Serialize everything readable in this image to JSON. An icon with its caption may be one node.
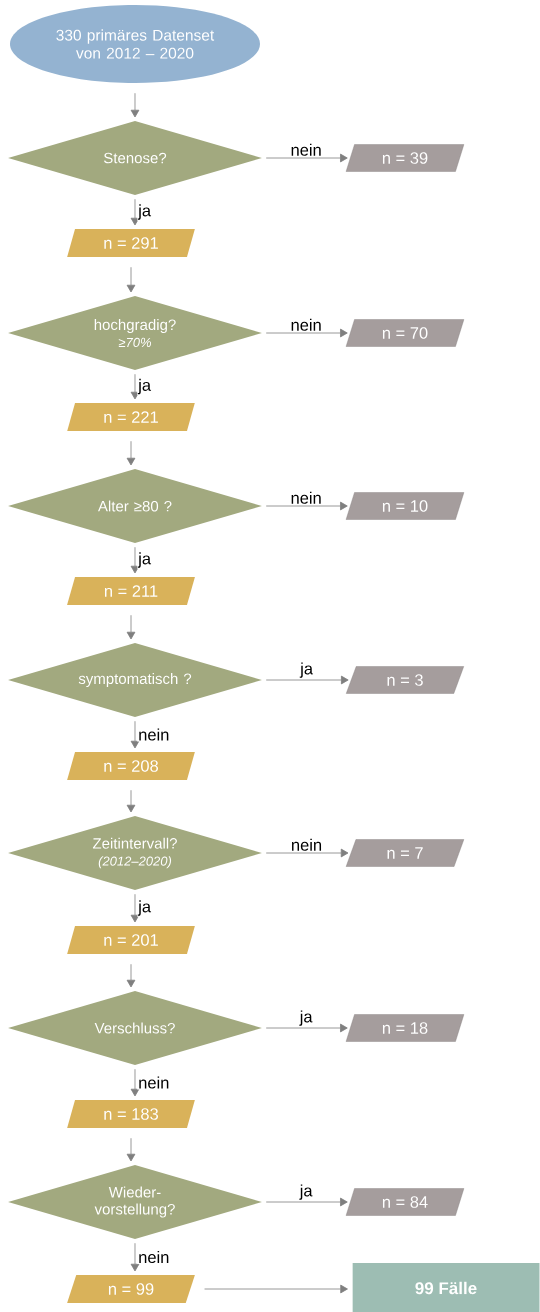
{
  "diagram": {
    "nodes": [
      {
        "text": [
          "330 primäres Datenset von 2012 – 2020"
        ]
      },
      {
        "text": [
          "Stenose?"
        ]
      },
      {
        "text": [
          "n = 39"
        ]
      },
      {
        "text": [
          "n = 291"
        ]
      },
      {
        "text": [
          "hochgradig?",
          "≥70%"
        ]
      },
      {
        "text": [
          "n = 70"
        ]
      },
      {
        "text": [
          "n = 221"
        ]
      },
      {
        "text": [
          "Alter ≥80 ?"
        ]
      },
      {
        "text": [
          "n = 10"
        ]
      },
      {
        "text": [
          "n = 211"
        ]
      },
      {
        "text": [
          "symptomatisch ?"
        ]
      },
      {
        "text": [
          "n = 3"
        ]
      },
      {
        "text": [
          "n = 208"
        ]
      },
      {
        "text": [
          "Zeitintervall?",
          "(2012–2020)"
        ]
      },
      {
        "text": [
          "n = 7"
        ]
      },
      {
        "text": [
          "n = 201"
        ]
      },
      {
        "text": [
          "Verschluss?"
        ]
      },
      {
        "text": [
          "n = 18"
        ]
      },
      {
        "text": [
          "n = 183"
        ]
      },
      {
        "text": [
          "Wieder- vorstellung?"
        ]
      },
      {
        "text": [
          "n = 84"
        ]
      },
      {
        "text": [
          "n = 99"
        ]
      },
      {
        "text": [
          "99 Fälle"
        ]
      }
    ],
    "edges": [
      {
        "from": 0,
        "to": 1,
        "arrow": "to"
      },
      {
        "from": 1,
        "to": 2,
        "arrow": "to",
        "label": "nein"
      },
      {
        "from": 1,
        "to": 3,
        "arrow": "to",
        "label": "ja"
      },
      {
        "from": 3,
        "to": 4,
        "arrow": "to"
      },
      {
        "from": 4,
        "to": 5,
        "arrow": "to",
        "label": "nein"
      },
      {
        "from": 4,
        "to": 6,
        "arrow": "to",
        "label": "ja"
      },
      {
        "from": 6,
        "to": 7,
        "arrow": "to"
      },
      {
        "from": 7,
        "to": 8,
        "arrow": "to",
        "label": "nein"
      },
      {
        "from": 7,
        "to": 9,
        "arrow": "to",
        "label": "ja"
      },
      {
        "from": 9,
        "to": 10,
        "arrow": "to"
      },
      {
        "from": 10,
        "to": 11,
        "arrow": "to",
        "label": "ja"
      },
      {
        "from": 10,
        "to": 12,
        "arrow": "to",
        "label": "nein"
      },
      {
        "from": 12,
        "to": 13,
        "arrow": "to"
      },
      {
        "from": 13,
        "to": 14,
        "arrow": "to",
        "label": "nein"
      },
      {
        "from": 13,
        "to": 15,
        "arrow": "to",
        "label": "ja"
      },
      {
        "from": 15,
        "to": 16,
        "arrow": "to"
      },
      {
        "from": 16,
        "to": 17,
        "arrow": "to",
        "label": "ja"
      },
      {
        "from": 16,
        "to": 18,
        "arrow": "to",
        "label": "nein"
      },
      {
        "from": 18,
        "to": 19,
        "arrow": "to"
      },
      {
        "from": 19,
        "to": 20,
        "arrow": "to",
        "label": "ja"
      },
      {
        "from": 19,
        "to": 21,
        "arrow": "to",
        "label": "nein"
      },
      {
        "from": 21,
        "to": 22,
        "arrow": "to"
      }
    ]
  }
}
